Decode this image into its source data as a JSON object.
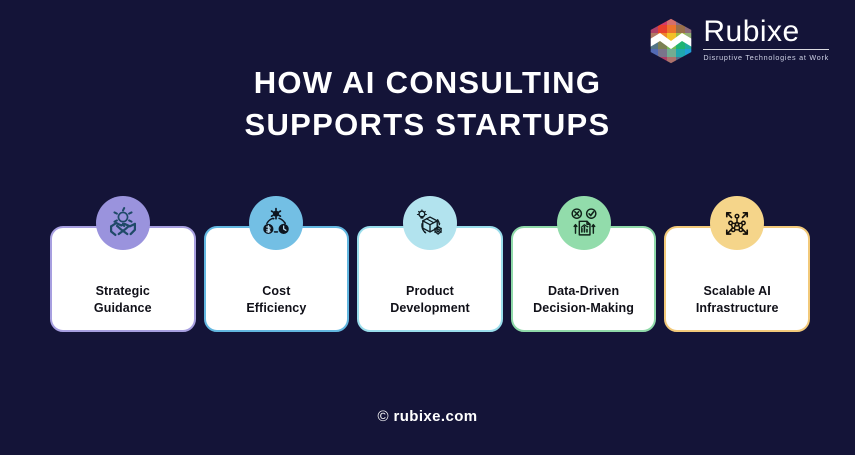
{
  "background_color": "#141438",
  "brand": {
    "name": "Rubixe",
    "tagline": "Disruptive Technologies at Work",
    "mark_colors": [
      "#e8412f",
      "#f07d1e",
      "#f2c029",
      "#8cc63e",
      "#21b573",
      "#1f9ed8",
      "#3f51b5",
      "#7e3f98",
      "#c2399a"
    ]
  },
  "heading": {
    "line1": "HOW AI CONSULTING",
    "line2": "SUPPORTS STARTUPS",
    "color": "#ffffff"
  },
  "cards": [
    {
      "label_line1": "Strategic",
      "label_line2": "Guidance",
      "icon": "handshake-gear-icon",
      "border_color": "#a79fe0",
      "badge_color": "#9a93dd",
      "icon_color": "#1f4a68"
    },
    {
      "label_line1": "Cost",
      "label_line2": "Efficiency",
      "icon": "cost-cycle-icon",
      "border_color": "#63b7e0",
      "badge_color": "#73bfe4",
      "icon_color": "#0d1520"
    },
    {
      "label_line1": "Product",
      "label_line2": "Development",
      "icon": "product-box-gear-icon",
      "border_color": "#9adeec",
      "badge_color": "#b2e3ee",
      "icon_color": "#101c22"
    },
    {
      "label_line1": "Data-Driven",
      "label_line2": "Decision-Making",
      "icon": "data-chart-check-icon",
      "border_color": "#8fd9a9",
      "badge_color": "#92dcab",
      "icon_color": "#11231a"
    },
    {
      "label_line1": "Scalable AI",
      "label_line2": "Infrastructure",
      "icon": "network-scale-icon",
      "border_color": "#f2c97a",
      "badge_color": "#f5d58a",
      "icon_color": "#14100a"
    }
  ],
  "footer": {
    "copyright_symbol": "©",
    "site": "rubixe.com"
  }
}
